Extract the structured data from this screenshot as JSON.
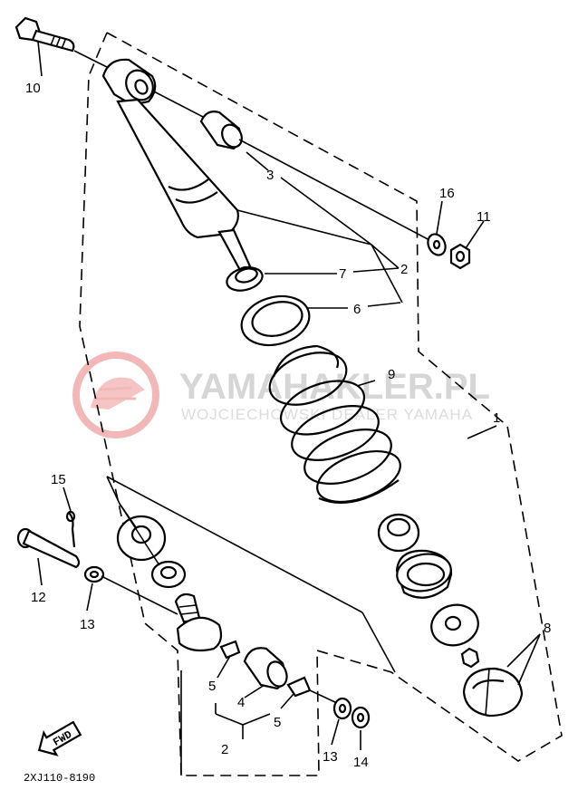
{
  "callouts": {
    "c1": "1",
    "c2a": "2",
    "c2b": "2",
    "c3": "3",
    "c4": "4",
    "c5a": "5",
    "c5b": "5",
    "c6": "6",
    "c7": "7",
    "c8": "8",
    "c9": "9",
    "c10": "10",
    "c11": "11",
    "c12": "12",
    "c13a": "13",
    "c13b": "13",
    "c14": "14",
    "c15": "15",
    "c16": "16"
  },
  "fwd_label": "FWD",
  "diagram_code": "2XJ110-8190",
  "watermark": {
    "main": "YAMAHAKLER.PL",
    "sub": "WOJCIECHOWSKI DEALER YAMAHA"
  },
  "colors": {
    "line": "#000000",
    "watermark_logo": "#f2b8b8",
    "watermark_text": "#d6d6d6"
  }
}
